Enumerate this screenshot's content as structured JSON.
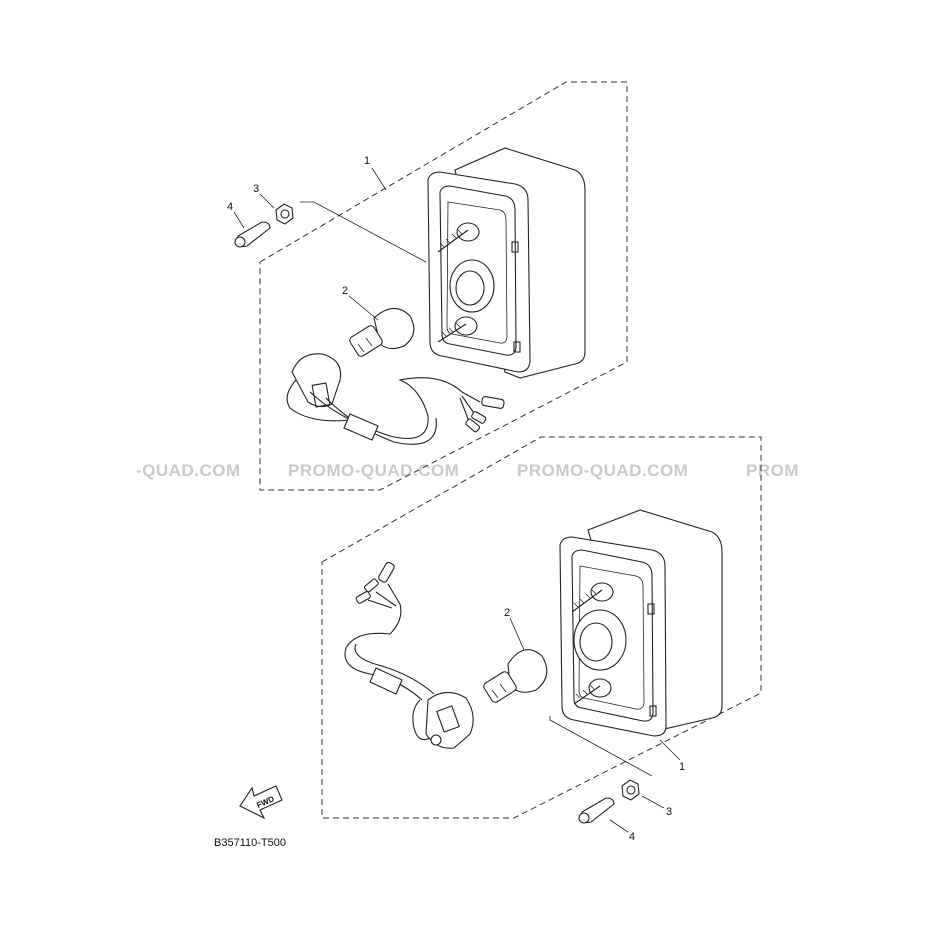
{
  "watermarks": [
    "-QUAD.COM",
    "PROMO-QUAD.COM",
    "PROMO-QUAD.COM",
    "PROM"
  ],
  "callouts": {
    "upper": {
      "part1": "1",
      "part2": "2",
      "part3": "3",
      "part4": "4"
    },
    "lower": {
      "part1": "1",
      "part2": "2",
      "part3": "3",
      "part4": "4"
    }
  },
  "fwd_label": "FWD",
  "reference_code": "B357110-T500"
}
